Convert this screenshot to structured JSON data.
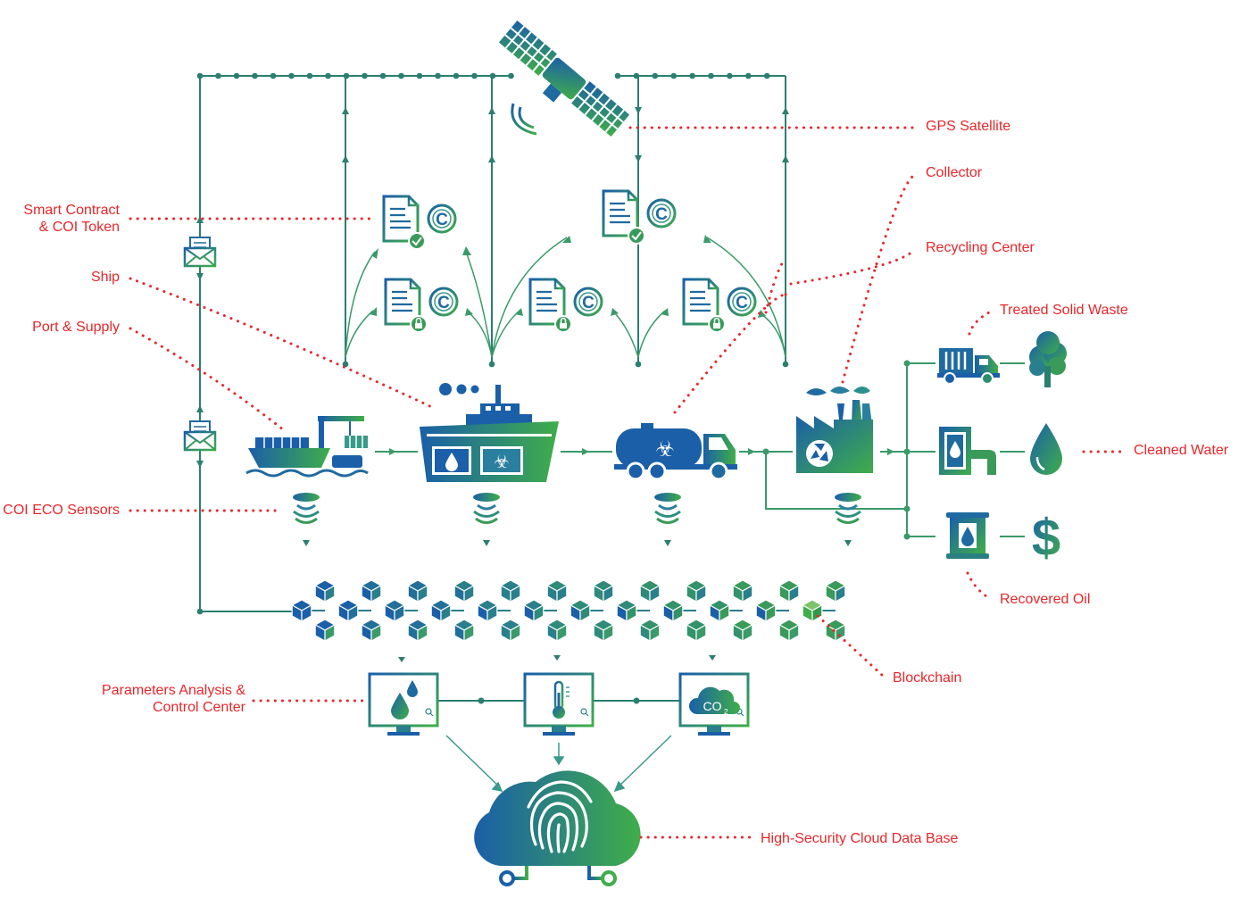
{
  "labels": {
    "gps_satellite": "GPS Satellite",
    "collector": "Collector",
    "recycling_center": "Recycling Center",
    "treated_solid_waste": "Treated Solid Waste",
    "cleaned_water": "Cleaned Water",
    "recovered_oil": "Recovered Oil",
    "blockchain": "Blockchain",
    "cloud_db": "High-Security Cloud Data Base",
    "smart_contract_line1": "Smart Contract",
    "smart_contract_line2": "& COI Token",
    "ship": "Ship",
    "port_supply": "Port & Supply",
    "eco_sensors": "COI ECO Sensors",
    "params_line1": "Parameters Analysis &",
    "params_line2": "Control Center"
  },
  "icons": {
    "token_letter": "C",
    "co2_text": "CO",
    "co2_sub": "2",
    "dollar": "$"
  },
  "colors": {
    "blue": "#1a5fa8",
    "green": "#3fae49",
    "label_red": "#e8262a",
    "line_teal": "#2a7f6f"
  }
}
